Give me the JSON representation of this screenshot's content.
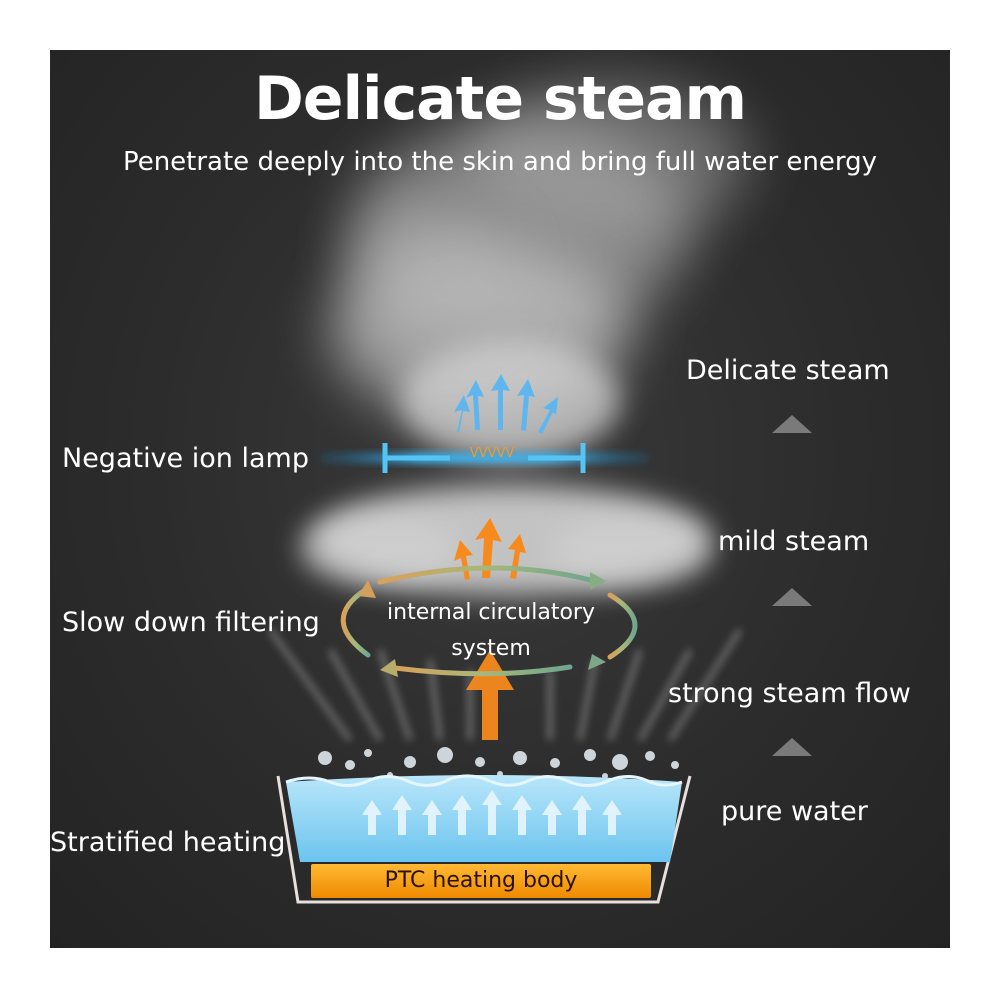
{
  "header": {
    "title": "Delicate steam",
    "subtitle": "Penetrate deeply into the skin and bring full water energy"
  },
  "left_labels": {
    "ion_lamp": "Negative ion lamp",
    "filtering": "Slow down filtering",
    "heating": "Stratified heating"
  },
  "right_labels": {
    "delicate": "Delicate steam",
    "mild": "mild steam",
    "strong": "strong steam flow",
    "water": "pure water"
  },
  "center": {
    "coil_text": "VVVVV",
    "circulatory_line1": "internal circulatory",
    "circulatory_line2": "system",
    "heating_body": "PTC heating body"
  },
  "colors": {
    "background": "#2c2c2c",
    "water": "#8fd3f2",
    "heater": "#f5a00c",
    "arrow_orange": "#f78a1d",
    "arrow_blue": "#5fb6ee",
    "lamp_blue": "#3db3f0",
    "stage_marker": "#7a7a7a"
  },
  "icons": [
    "blue-up-arrow-icon",
    "orange-up-arrow-icon",
    "triangle-up-icon",
    "circular-arrows-icon"
  ]
}
